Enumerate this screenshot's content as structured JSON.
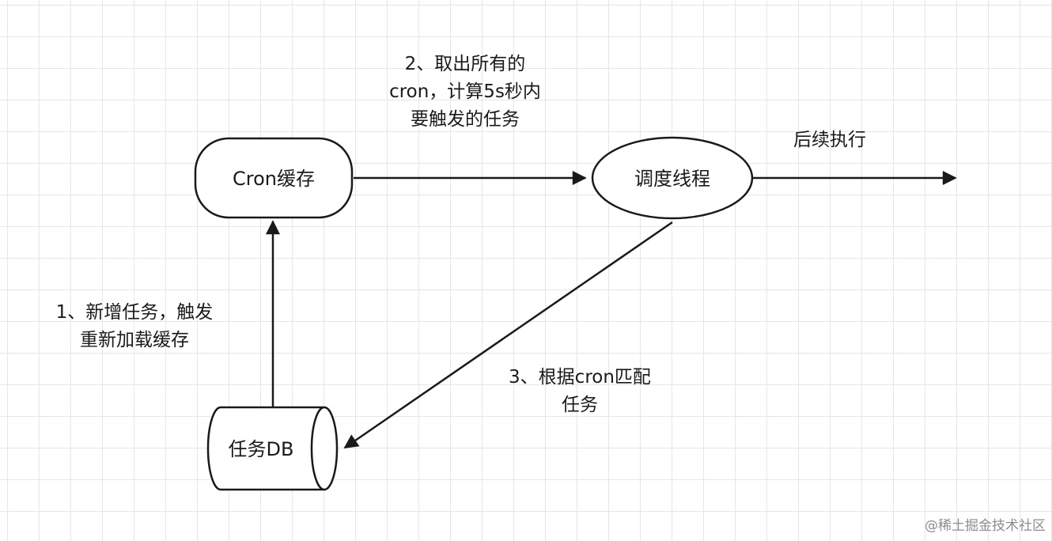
{
  "diagram": {
    "nodes": {
      "cron_cache": "Cron缓存",
      "scheduler": "调度线程",
      "task_db": "任务DB"
    },
    "edges": {
      "step1": [
        "1、新增任务，触发",
        "重新加载缓存"
      ],
      "step2": [
        "2、取出所有的",
        "cron，计算5s秒内",
        "要触发的任务"
      ],
      "step3": [
        "3、根据cron匹配",
        "任务"
      ],
      "followup": "后续执行"
    }
  },
  "watermark": "@稀土掘金技术社区",
  "colors": {
    "stroke": "#1a1a1a",
    "grid": "#e6e6e6",
    "background": "#ffffff"
  }
}
